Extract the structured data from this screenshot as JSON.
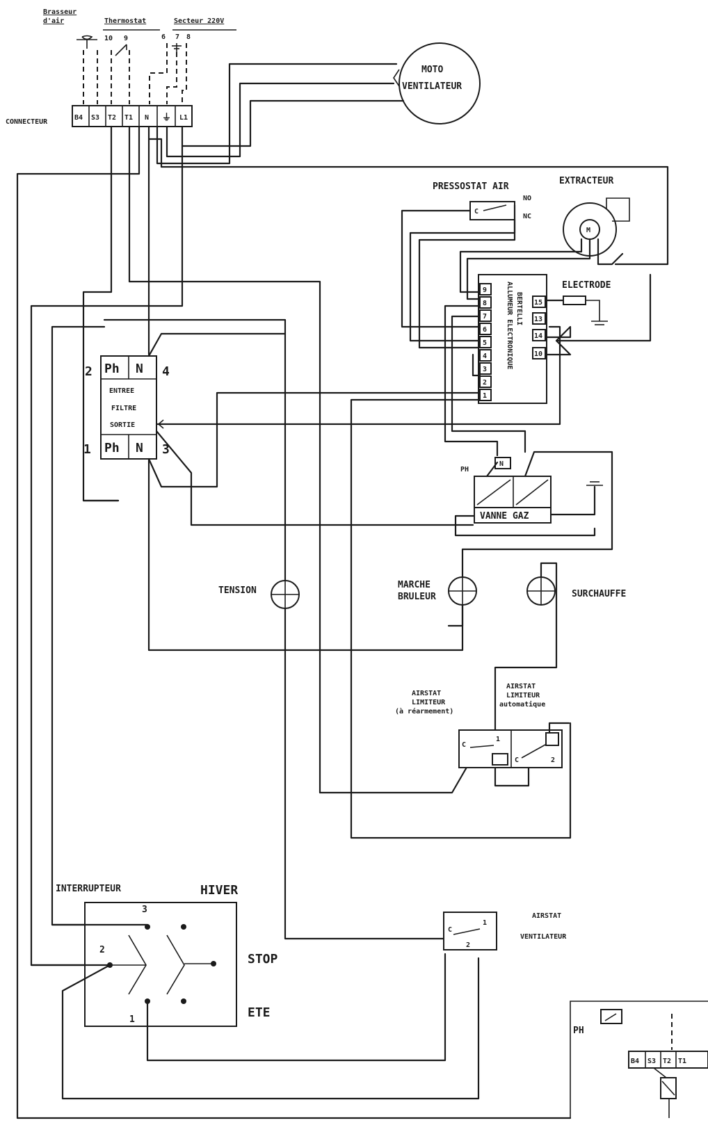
{
  "header": {
    "brasseur_line1": "Brasseur",
    "brasseur_line2": "d'air",
    "thermostat": "Thermostat",
    "secteur": "Secteur 220V",
    "pin_10": "10",
    "pin_9": "9",
    "pin_6": "6",
    "pin_7": "7",
    "pin_8": "8"
  },
  "connecteur": {
    "label": "CONNECTEUR",
    "terminals": [
      "B4",
      "S3",
      "T2",
      "T1",
      "N",
      "⏚",
      "L1"
    ]
  },
  "moto_ventilateur": {
    "line1": "MOTO",
    "line2": "VENTILATEUR"
  },
  "pressostat": {
    "label": "PRESSOSTAT AIR",
    "c": "C",
    "no": "NO",
    "nc": "NC"
  },
  "extracteur": {
    "label": "EXTRACTEUR",
    "m": "M"
  },
  "electrode": {
    "label": "ELECTRODE"
  },
  "allumeur": {
    "line1": "ALLUMEUR ELECTRONIQUE",
    "line2": "BERTELLI",
    "left_pins": [
      "9",
      "8",
      "7",
      "6",
      "5",
      "4",
      "3",
      "2",
      "1"
    ],
    "right_pins": [
      "15",
      "13",
      "14",
      "10"
    ]
  },
  "filtre": {
    "ph": "Ph",
    "n": "N",
    "entree": "ENTREE",
    "filtre": "FILTRE",
    "sortie": "SORTIE",
    "pin_1": "1",
    "pin_2": "2",
    "pin_3": "3",
    "pin_4": "4"
  },
  "vanne": {
    "label": "VANNE GAZ",
    "ph": "PH",
    "n": "N"
  },
  "lamps": {
    "tension": "TENSION",
    "marche_line1": "MARCHE",
    "marche_line2": "BRULEUR",
    "surchauffe": "SURCHAUFFE"
  },
  "airstat_limiteur_rearm": {
    "line1": "AIRSTAT",
    "line2": "LIMITEUR",
    "line3": "(à réarmement)"
  },
  "airstat_limiteur_auto": {
    "line1": "AIRSTAT",
    "line2": "LIMITEUR",
    "line3": "automatique"
  },
  "airstat_terminals": {
    "c": "C",
    "t1": "1",
    "t2": "2",
    "c2": "C",
    "t1b": "1",
    "t2b": "2"
  },
  "interrupteur": {
    "label": "INTERRUPTEUR",
    "hiver": "HIVER",
    "stop": "STOP",
    "ete": "ETE",
    "pin_1": "1",
    "pin_2": "2",
    "pin_3": "3"
  },
  "airstat_ventilateur": {
    "line1": "AIRSTAT",
    "line2": "VENTILATEUR",
    "c": "C",
    "t1": "1",
    "t2": "2"
  },
  "inset": {
    "ph": "PH",
    "terminals": [
      "B4",
      "S3",
      "T2",
      "T1"
    ]
  }
}
